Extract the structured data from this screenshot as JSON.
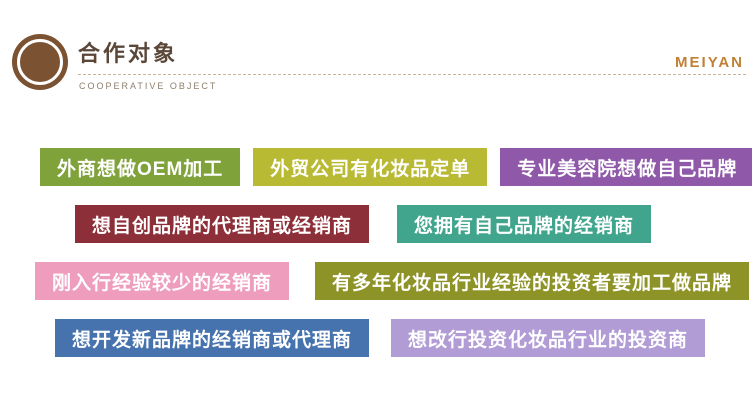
{
  "header": {
    "title": "合作对象",
    "subtitle": "COOPERATIVE OBJECT",
    "brand": "MEIYAN",
    "colors": {
      "title": "#5a4738",
      "subtitle": "#8d7f6d",
      "brand": "#c08136",
      "logo": "#7b5232",
      "dash_line": "#c9b39a"
    }
  },
  "rows": [
    {
      "tags": [
        {
          "label": "外商想做OEM加工",
          "color": "#7fa23a"
        },
        {
          "label": "外贸公司有化妆品定单",
          "color": "#b9ba33"
        },
        {
          "label": "专业美容院想做自己品牌",
          "color": "#8f58a8"
        }
      ]
    },
    {
      "tags": [
        {
          "label": "想自创品牌的代理商或经销商",
          "color": "#8d2f38"
        },
        {
          "label": "您拥有自己品牌的经销商",
          "color": "#41a48c"
        }
      ]
    },
    {
      "tags": [
        {
          "label": "刚入行经验较少的经销商",
          "color": "#ee9dbd"
        },
        {
          "label": "有多年化妆品行业经验的投资者要加工做品牌",
          "color": "#8e9328"
        }
      ]
    },
    {
      "tags": [
        {
          "label": "想开发新品牌的经销商或代理商",
          "color": "#4673ad"
        },
        {
          "label": "想改行投资化妆品行业的投资商",
          "color": "#b19cd6"
        }
      ]
    }
  ]
}
